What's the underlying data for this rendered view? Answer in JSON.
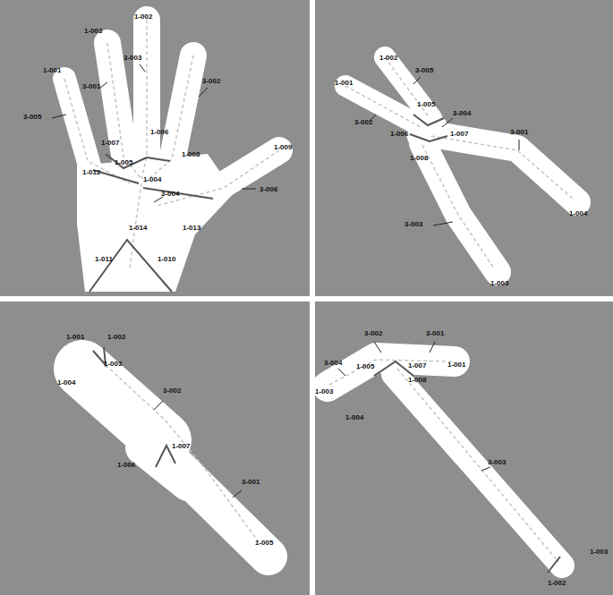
{
  "diagram": {
    "labels": [
      "1-001",
      "3-005",
      "1-003",
      "3-001",
      "1-002",
      "3-003",
      "3-002",
      "1-006",
      "1-007",
      "1-005",
      "1-008",
      "1-012",
      "1-004",
      "3-004",
      "1-009",
      "3-006",
      "1-014",
      "1-013",
      "1-011",
      "1-010",
      "1-002",
      "3-005",
      "1-001",
      "3-002",
      "1-005",
      "3-004",
      "1-006",
      "1-007",
      "3-001",
      "1-008",
      "1-004",
      "3-003",
      "1-003",
      "1-001",
      "1-002",
      "1-003",
      "1-004",
      "3-002",
      "1-007",
      "1-006",
      "3-001",
      "1-005",
      "3-002",
      "3-001",
      "3-004",
      "1-005",
      "1-007",
      "1-001",
      "1-003",
      "1-008",
      "1-004",
      "3-003",
      "1-003",
      "1-002"
    ]
  }
}
